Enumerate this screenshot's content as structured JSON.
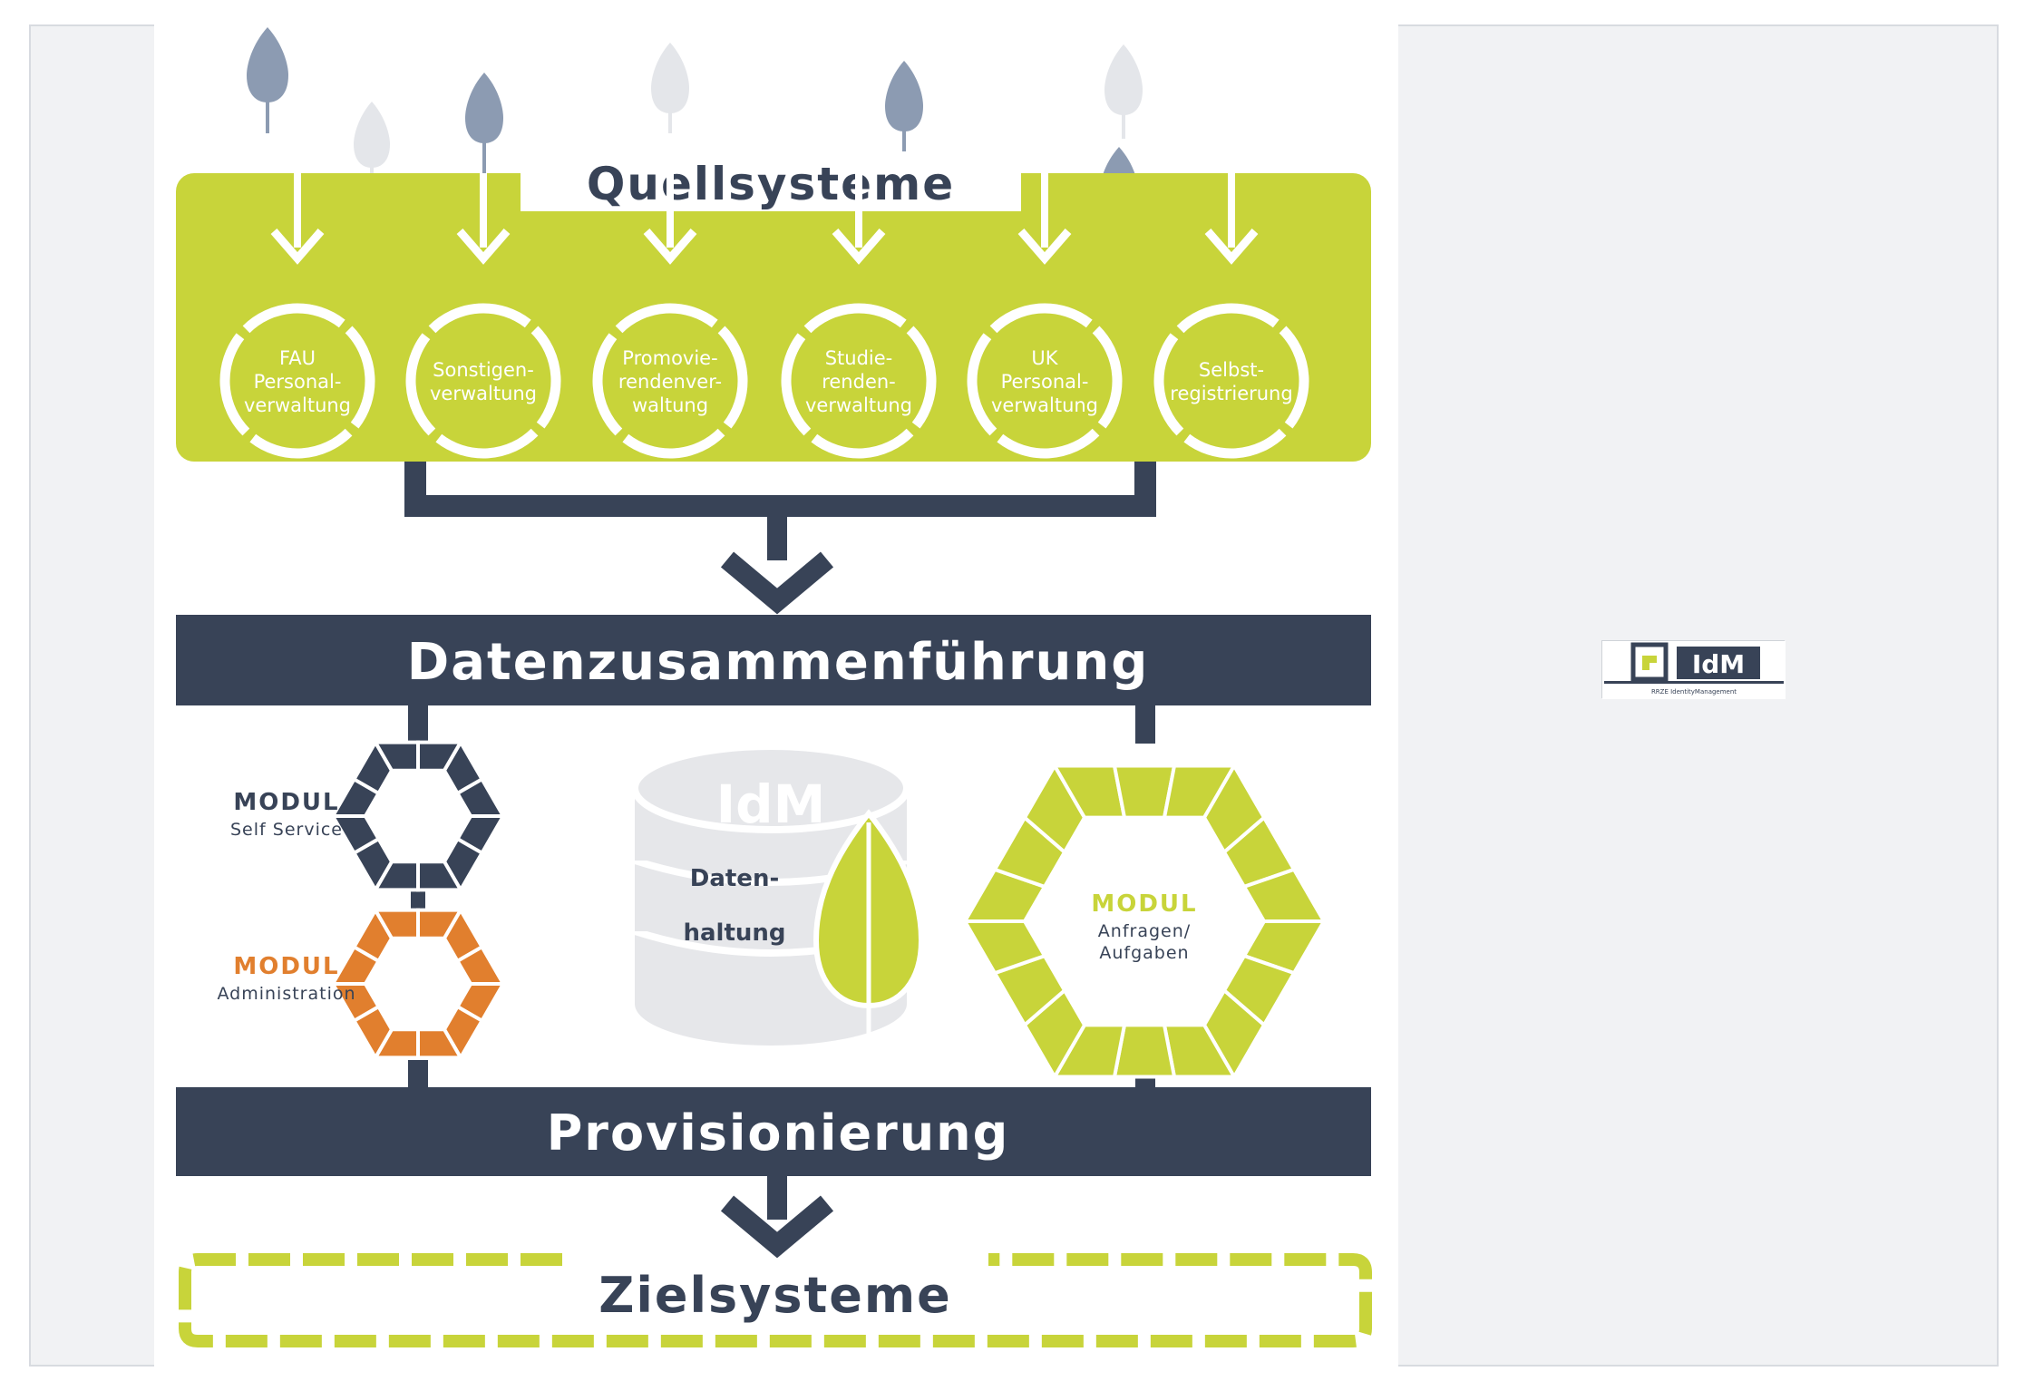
{
  "colors": {
    "green": "#c8d43a",
    "navy": "#384357",
    "orange": "#e17f2e",
    "white": "#ffffff",
    "db_gray": "#e6e7ea",
    "leaf_blue": "#8c9bb2",
    "leaf_light": "#e4e6ea"
  },
  "diagram": {
    "title_sources": "Quellsysteme",
    "sources": [
      {
        "lines": [
          "FAU",
          "Personal-",
          "verwaltung"
        ]
      },
      {
        "lines": [
          "Sonstigen-",
          "verwaltung"
        ]
      },
      {
        "lines": [
          "Promovie-",
          "rendenver-",
          "waltung"
        ]
      },
      {
        "lines": [
          "Studie-",
          "renden-",
          "verwaltung"
        ]
      },
      {
        "lines": [
          "UK",
          "Personal-",
          "verwaltung"
        ]
      },
      {
        "lines": [
          "Selbst-",
          "registrierung"
        ]
      }
    ],
    "merge_label": "Datenzusammenführung",
    "module_self_service": {
      "title": "MODUL",
      "subtitle": "Self Service"
    },
    "module_admin": {
      "title": "MODUL",
      "subtitle": "Administration"
    },
    "database": {
      "brand": "IdM",
      "line1": "Daten-",
      "line2": "haltung"
    },
    "module_requests": {
      "title": "MODUL",
      "line1": "Anfragen/",
      "line2": "Aufgaben"
    },
    "provision_label": "Provisionierung",
    "target_label": "Zielsysteme"
  },
  "logo": {
    "text": "IdM",
    "subtitle": "RRZE IdentityManagement"
  }
}
